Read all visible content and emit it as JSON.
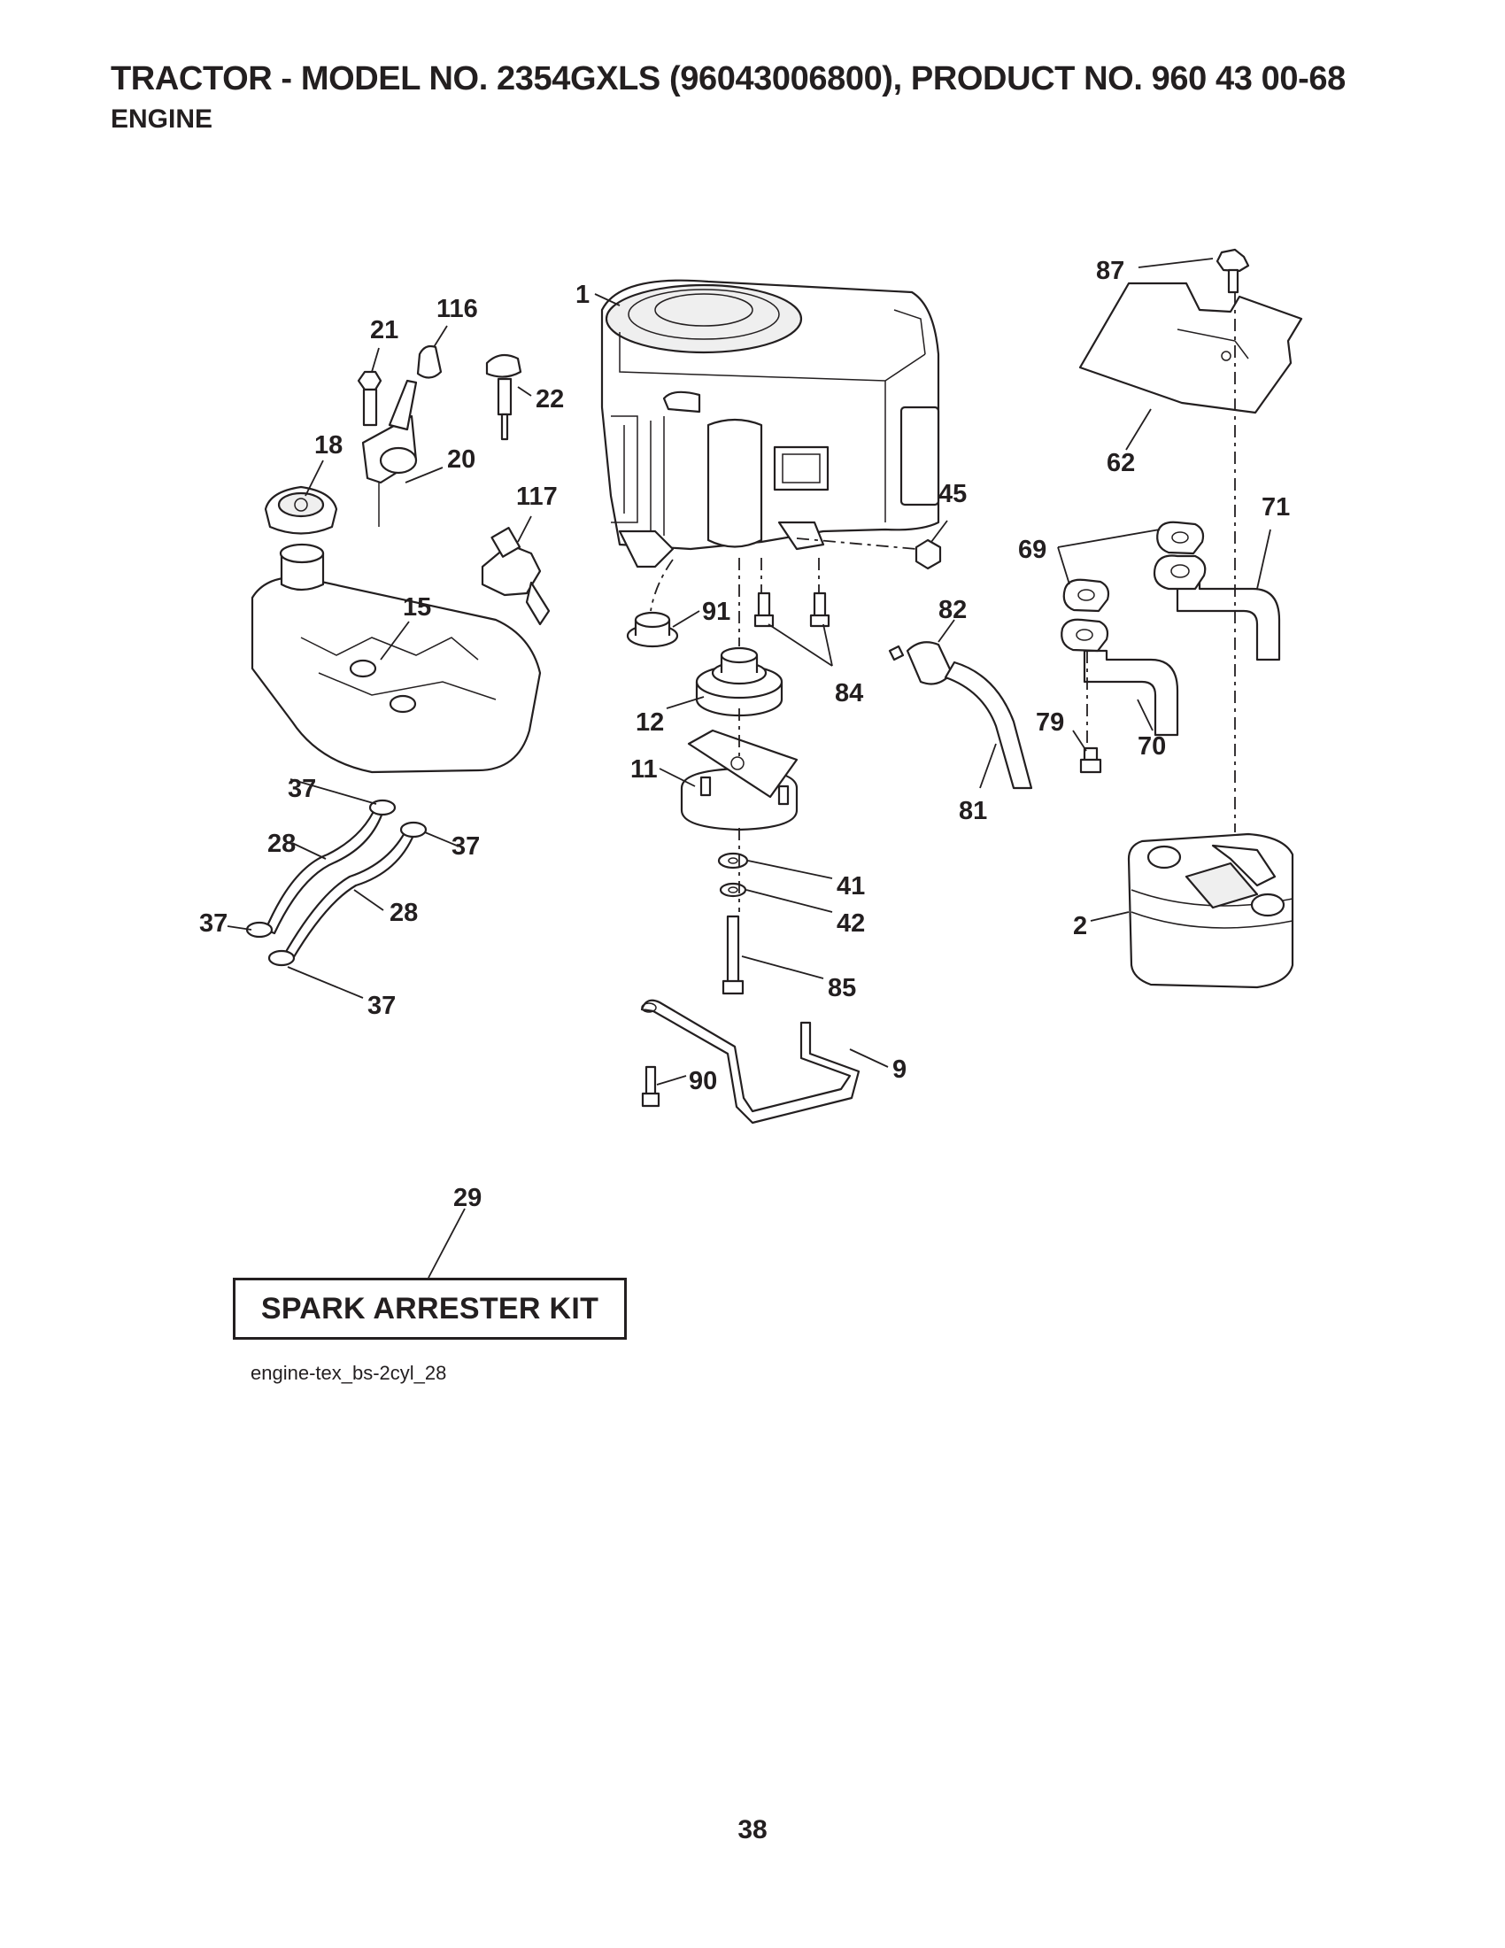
{
  "header": {
    "title": "TRACTOR - MODEL NO. 2354GXLS (96043006800), PRODUCT NO. 960 43 00-68",
    "subtitle": "ENGINE"
  },
  "callouts": {
    "c1": "1",
    "c2": "2",
    "c9": "9",
    "c11": "11",
    "c12": "12",
    "c15": "15",
    "c18": "18",
    "c20": "20",
    "c21": "21",
    "c22": "22",
    "c28a": "28",
    "c28b": "28",
    "c29": "29",
    "c37a": "37",
    "c37b": "37",
    "c37c": "37",
    "c37d": "37",
    "c41": "41",
    "c42": "42",
    "c45": "45",
    "c62": "62",
    "c69": "69",
    "c70": "70",
    "c71": "71",
    "c79": "79",
    "c81": "81",
    "c82": "82",
    "c84": "84",
    "c85": "85",
    "c87": "87",
    "c90": "90",
    "c91": "91",
    "c116": "116",
    "c117": "117"
  },
  "kit": {
    "label": "SPARK ARRESTER KIT"
  },
  "diagram_code": "engine-tex_bs-2cyl_28",
  "page_number": "38"
}
